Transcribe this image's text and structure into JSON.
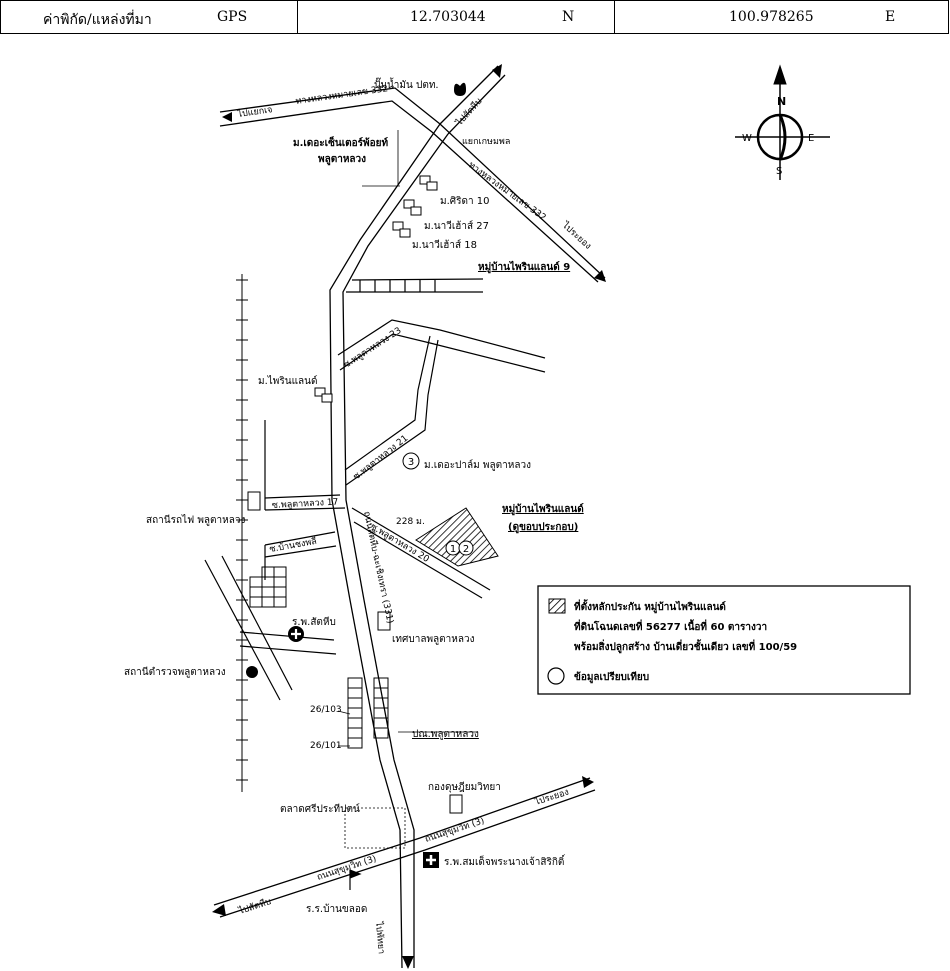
{
  "header": {
    "label": "ค่าพิกัด/แหล่งที่มา",
    "source": "GPS",
    "lat_value": "12.703044",
    "lat_dir": "N",
    "lon_value": "100.978265",
    "lon_dir": "E"
  },
  "compass": {
    "n": "N",
    "s": "S",
    "e": "E",
    "w": "W"
  },
  "roads": {
    "hw332_left": "ทางหลวงหมายเลข 332",
    "hw332_right": "ทางหลวงหมายเลข 332",
    "to_yenchi": "ไปแยกเจ",
    "to_sattahip_top": "ไปสัตหีบ",
    "to_rayong_top": "ไประยอง",
    "intersection": "แยกเกษมพล",
    "soi23": "ซ.พลูตาหลวง 23",
    "soi21": "ซ.พลูตาหลวง 21",
    "soi17": "ซ.พลูตาหลวง 17",
    "soi20": "ซ.พลูตาหลวง 20",
    "soi_ban_chong": "ซ.บ้านชงพลี",
    "road331": "ถนนสัตหีบ-ฉะเชิงเทรา (331)",
    "sukhumvit_left": "ถนนสุขุมวิท (3)",
    "sukhumvit_right": "ถนนสุขุมวิท (3)",
    "to_sattahip_bottom": "ไปสัตหีบ",
    "to_rayong_bottom": "ไประยอง",
    "to_pattaya": "ไปพัทยา"
  },
  "places": {
    "ptt": "ปั๊มน้ำมัน ปตท.",
    "the_scene_1": "ม.เดอะเซ็นเตอร์พ้อยท์",
    "the_scene_2": "พลูตาหลวง",
    "siriya": "ม.ศิริดา 10",
    "navee27": "ม.นาวีเฮ้าส์ 27",
    "navee18": "ม.นาวีเฮ้าส์ 18",
    "pinland9": "หมู่บ้านไพรินแลนด์ 9",
    "pinland": "ม.ไพรินแลนด์",
    "the_palm": "ม.เดอะปาล์ม พลูตาหลวง",
    "subject_1": "หมู่บ้านไพรินแลนด์",
    "subject_2": "(ดูขอบประกอบ)",
    "lot_228": "228 ม.",
    "rail_station": "สถานีรถไฟ พลูตาหลวง",
    "hospital_sattahip": "ร.พ.สัตหีบ",
    "municipality": "เทศบาลพลูตาหลวง",
    "police": "สถานีตำรวจพลูตาหลวง",
    "no_26_103": "26/103",
    "no_26_101": "26/101",
    "post_office": "ปณ.พลูตาหลวง",
    "school": "กองดุษฎียมวิทยา",
    "market": "ตลาดศรีประทีปตน์",
    "hospital_queen": "ร.พ.สมเด็จพระนางเจ้าสิริกิติ์",
    "school_bottom": "ร.ร.บ้านขลอด"
  },
  "markers": {
    "m1": "1",
    "m2": "2",
    "m3": "3"
  },
  "legend": {
    "line1": "ที่ตั้งหลักประกัน หมู่บ้านไพรินแลนด์",
    "line2": "ที่ดินโฉนดเลขที่ 56277 เนื้อที่ 60 ตารางวา",
    "line3": "พร้อมสิ่งปลูกสร้าง บ้านเดี่ยวชั้นเดียว เลขที่ 100/59",
    "line4": "ข้อมูลเปรียบเทียบ"
  }
}
